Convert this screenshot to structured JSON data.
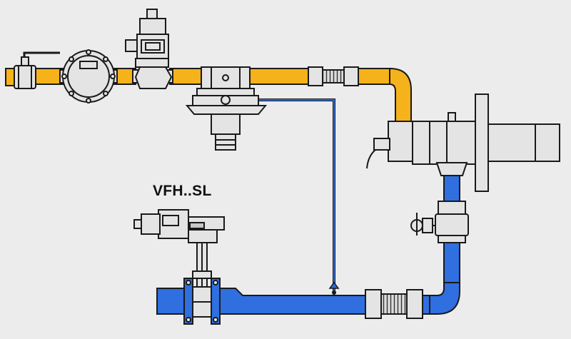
{
  "diagram": {
    "label": "VFH..SL",
    "colors": {
      "gas_pipe": "#f6b21b",
      "air_pipe": "#2f6fe0",
      "impulse_line": "#2f6fe0",
      "component": "#e4e4e4",
      "outline": "#1a1a1a",
      "background": "#ececec"
    },
    "components": [
      "ball-valve",
      "gas-meter",
      "solenoid-valve",
      "pressure-regulator",
      "flexible-hose",
      "burner",
      "butterfly-valve",
      "air-ball-valve"
    ]
  }
}
